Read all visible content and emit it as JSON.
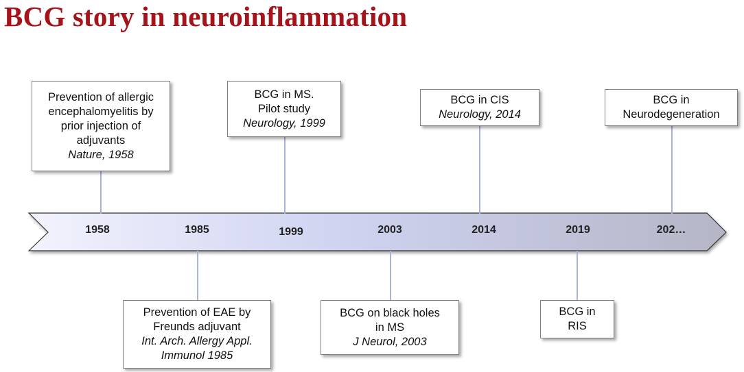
{
  "title": "BCG story in neuroinflammation",
  "years": [
    "1958",
    "1985",
    "1999",
    "2003",
    "2014",
    "2019",
    "202…"
  ],
  "events": {
    "e1958": {
      "lines": [
        "Prevention of allergic",
        "encephalomyelitis by",
        "prior injection of",
        "adjuvants"
      ],
      "ref": "Nature, 1958"
    },
    "e1985": {
      "lines": [
        "Prevention of EAE by",
        "Freunds adjuvant"
      ],
      "ref_lines": [
        "Int. Arch. Allergy Appl.",
        "Immunol 1985"
      ]
    },
    "e1999": {
      "lines": [
        "BCG in MS.",
        "Pilot study"
      ],
      "ref": "Neurology, 1999"
    },
    "e2003": {
      "lines": [
        "BCG on black holes",
        "in MS"
      ],
      "ref": "J Neurol, 2003"
    },
    "e2014": {
      "lines": [
        "BCG in CIS"
      ],
      "ref": "Neurology, 2014"
    },
    "e2019": {
      "lines": [
        "BCG in",
        "RIS"
      ]
    },
    "e202x": {
      "lines": [
        "BCG in",
        "Neurodegeneration"
      ]
    }
  },
  "colors": {
    "title": "#a5141a",
    "arrow_start": "#f2f3fd",
    "arrow_end": "#b4b6c6",
    "connector": "#a9b2d8"
  }
}
